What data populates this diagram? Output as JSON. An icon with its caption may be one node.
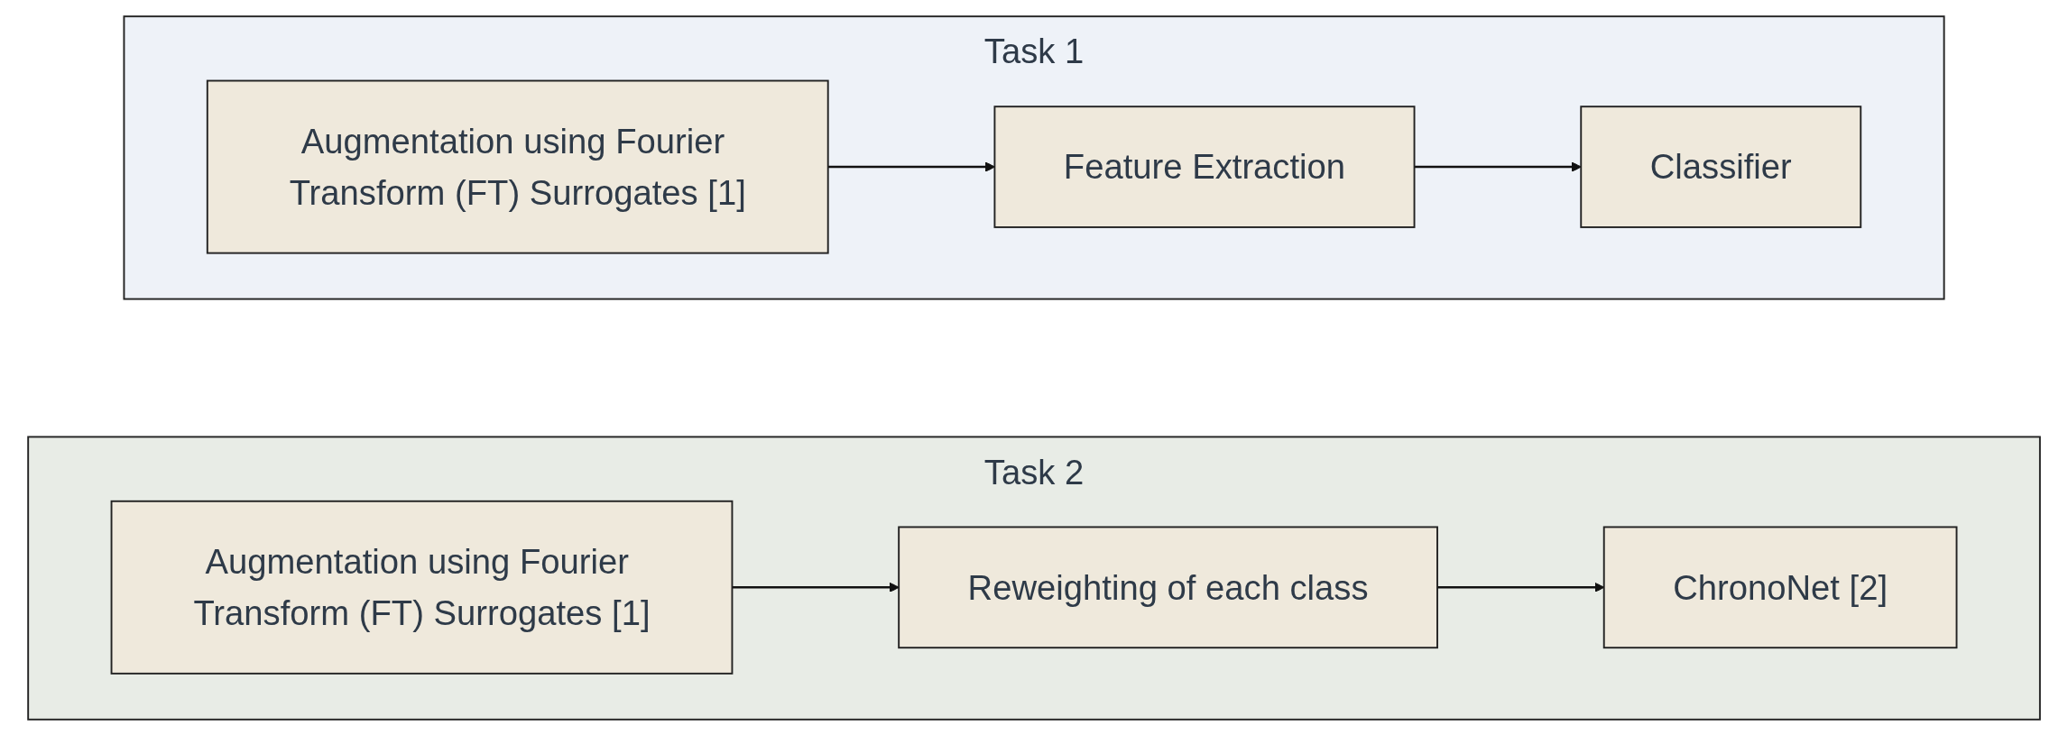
{
  "diagram": {
    "nodes": [
      {
        "text": [
          "Task 1"
        ]
      },
      {
        "text": [
          "Augmentation using Fourier Transform (FT) Surrogates [1]"
        ],
        "in": 0
      },
      {
        "text": [
          "Feature Extraction"
        ],
        "in": 0
      },
      {
        "text": [
          "Classifier"
        ],
        "in": 0
      },
      {
        "text": [
          "Task 2"
        ]
      },
      {
        "text": [
          "Augmentation using Fourier Transform (FT) Surrogates [1]"
        ],
        "in": 4
      },
      {
        "text": [
          "Reweighting of each class"
        ],
        "in": 4
      },
      {
        "text": [
          "ChronoNet [2]"
        ],
        "in": 4
      }
    ],
    "edges": [
      {
        "from": 1,
        "to": 2,
        "arrow": "to"
      },
      {
        "from": 2,
        "to": 3,
        "arrow": "to"
      },
      {
        "from": 5,
        "to": 6,
        "arrow": "to"
      },
      {
        "from": 6,
        "to": 7,
        "arrow": "to"
      }
    ]
  }
}
